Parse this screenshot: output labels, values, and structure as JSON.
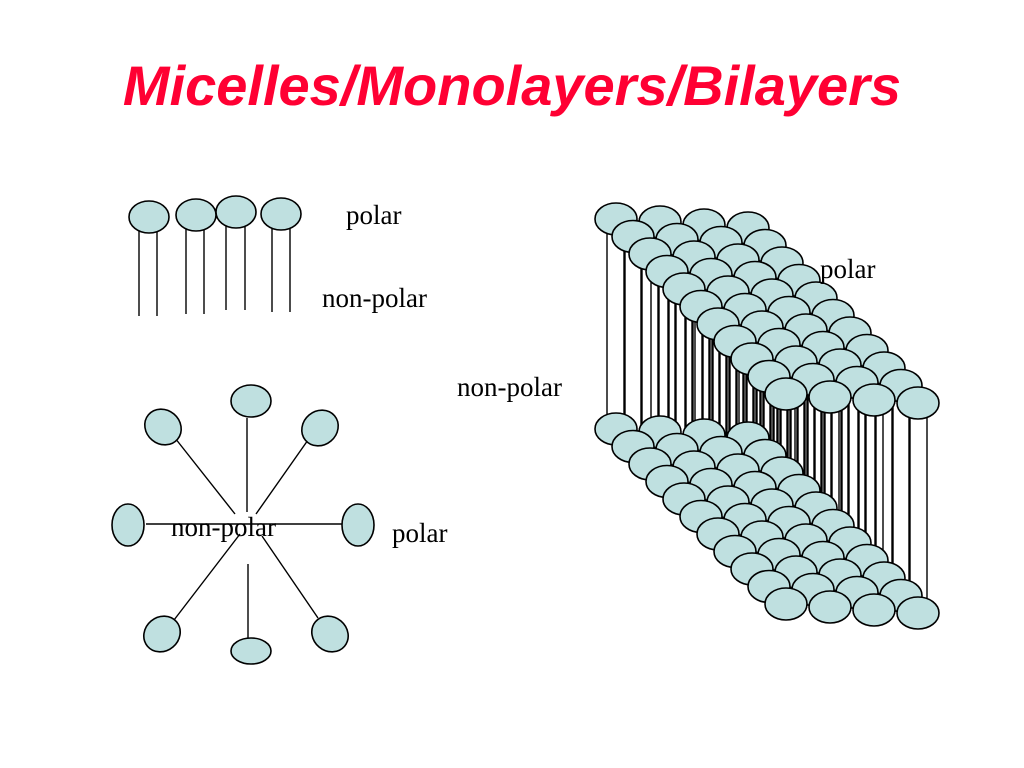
{
  "title": "Micelles/Monolayers/Bilayers",
  "colors": {
    "title": "#ff0033",
    "head_fill": "#bfe0e0",
    "line": "#000000"
  },
  "monolayer": {
    "label_polar": "polar",
    "label_nonpolar": "non-polar"
  },
  "micelle": {
    "label_nonpolar": "non-polar",
    "label_polar": "polar"
  },
  "bilayer": {
    "label_polar": "polar",
    "label_nonpolar": "non-polar"
  }
}
